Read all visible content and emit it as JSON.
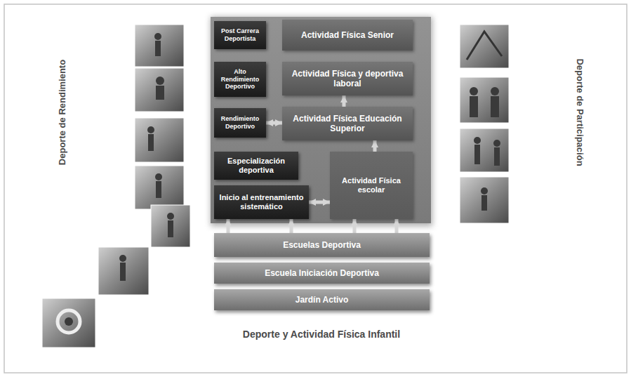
{
  "diagram": {
    "nodes": [
      {
        "text": [
          "Post Carrera Deportista"
        ]
      },
      {
        "text": [
          "Actividad Física Senior"
        ]
      },
      {
        "text": [
          "Alto Rendimiento Deportivo"
        ]
      },
      {
        "text": [
          "Actividad Física y deportiva laboral"
        ]
      },
      {
        "text": [
          "Rendimiento Deportivo"
        ]
      },
      {
        "text": [
          "Actividad Física Educación Superior"
        ]
      },
      {
        "text": [
          "Especialización deportiva"
        ]
      },
      {
        "text": [
          "Inicio al entrenamiento sistemático"
        ]
      },
      {
        "text": [
          "Actividad Física escolar"
        ]
      },
      {
        "text": [
          "Escuelas Deportiva"
        ]
      },
      {
        "text": [
          "Escuela Iniciación Deportiva"
        ]
      },
      {
        "text": [
          "Jardín Activo"
        ]
      }
    ],
    "edges": [
      {
        "from": 4,
        "to": 5,
        "arrow": "both"
      },
      {
        "from": 5,
        "to": 3,
        "arrow": "to"
      },
      {
        "from": 8,
        "to": 5,
        "arrow": "to"
      },
      {
        "from": 7,
        "to": 8,
        "arrow": "both"
      },
      {
        "from": 9,
        "to": 7,
        "arrow": "to"
      },
      {
        "from": 9,
        "to": 7,
        "arrow": "to"
      },
      {
        "from": 9,
        "to": 8,
        "arrow": "to"
      },
      {
        "from": 9,
        "to": 8,
        "arrow": "to"
      }
    ],
    "labels": [
      "Deporte de Rendimiento",
      "Deporte de Participación",
      "Deporte y Actividad Física Infantil"
    ]
  }
}
